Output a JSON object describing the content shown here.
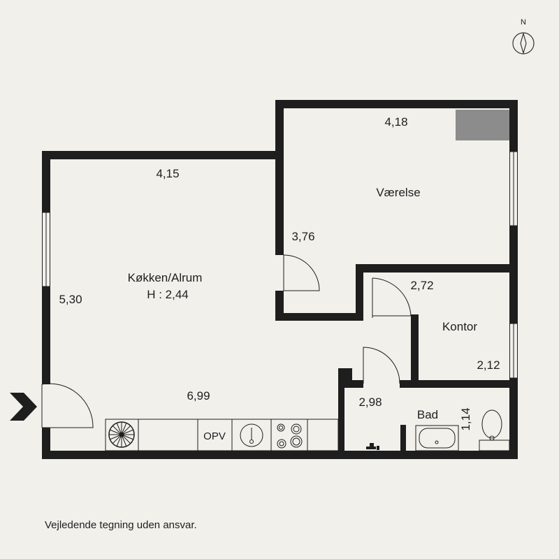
{
  "compass": {
    "north_label": "N"
  },
  "rooms": {
    "kitchen": {
      "name": "Køkken/Alrum",
      "height_label": "H : 2,44"
    },
    "bedroom": {
      "name": "Værelse"
    },
    "office": {
      "name": "Kontor"
    },
    "bath": {
      "name": "Bad"
    }
  },
  "dimensions": {
    "kitchen_top": "4,15",
    "kitchen_left": "5,30",
    "kitchen_bottom": "6,99",
    "bedroom_top": "4,18",
    "bedroom_side": "3,76",
    "office_top": "2,72",
    "office_side": "2,12",
    "bath_top": "2,98",
    "bath_side": "1,14"
  },
  "fixtures": {
    "opv_label": "OPV"
  },
  "footer": {
    "disclaimer": "Vejledende tegning uden ansvar."
  }
}
